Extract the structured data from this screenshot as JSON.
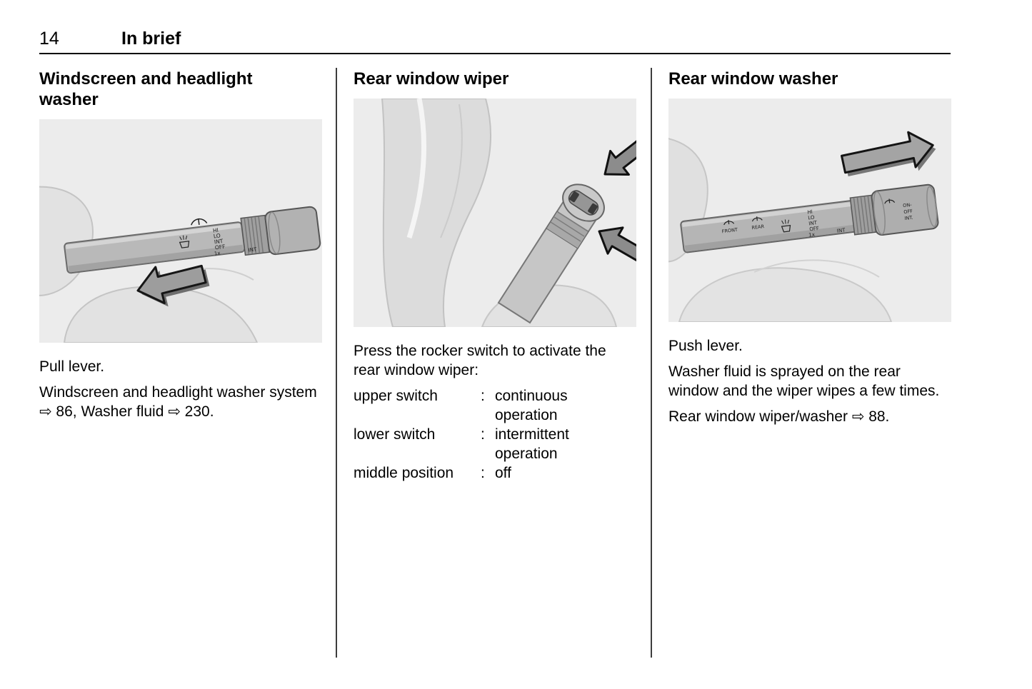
{
  "page": {
    "number": "14",
    "section": "In brief"
  },
  "columns": [
    {
      "title": "Windscreen and headlight washer",
      "paragraphs": [
        "Pull lever.",
        "Windscreen and headlight washer system ⇨ 86, Washer fluid ⇨ 230."
      ]
    },
    {
      "title": "Rear window wiper",
      "intro": "Press the rocker switch to activate the rear window wiper:",
      "table": [
        {
          "term": "upper switch",
          "sep": ":",
          "def": "continuous operation"
        },
        {
          "term": "lower switch",
          "sep": ":",
          "def": "intermittent operation"
        },
        {
          "term": "middle position",
          "sep": ":",
          "def": "off"
        }
      ]
    },
    {
      "title": "Rear window washer",
      "paragraphs": [
        "Push lever.",
        "Washer fluid is sprayed on the rear window and the wiper wipes a few times.",
        "Rear window wiper/washer ⇨ 88."
      ]
    }
  ],
  "illustrations": {
    "windscreen": {
      "labels": [
        "HI",
        "LO",
        "INT",
        "OFF",
        "1x",
        "INT"
      ]
    },
    "rear_washer": {
      "labels": [
        "FRONT",
        "REAR",
        "HI",
        "LO",
        "INT",
        "OFF",
        "1x",
        "INT",
        "ON-",
        "OFF",
        "INT."
      ]
    }
  }
}
